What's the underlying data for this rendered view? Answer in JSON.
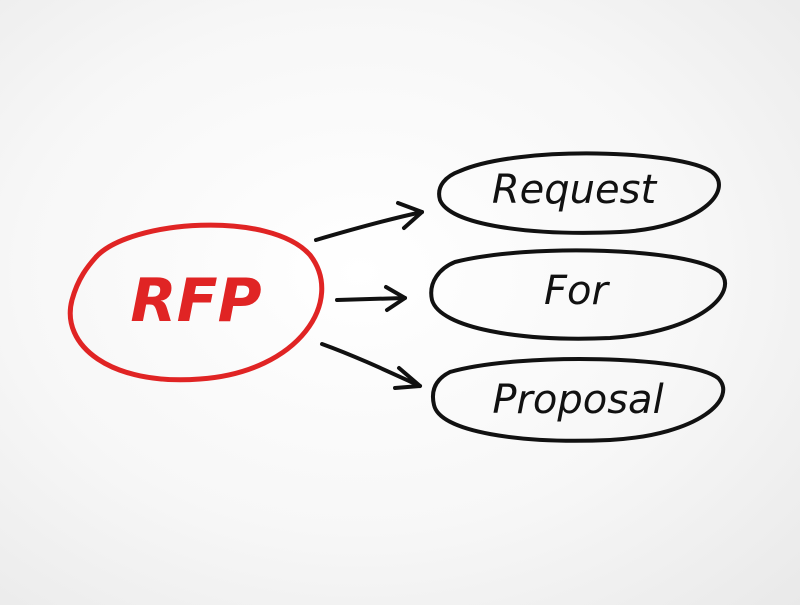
{
  "acronym": {
    "text": "RFP",
    "color": "#e02424"
  },
  "expansion": [
    {
      "text": "Request"
    },
    {
      "text": "For"
    },
    {
      "text": "Proposal"
    }
  ],
  "ink_color": "#111111"
}
